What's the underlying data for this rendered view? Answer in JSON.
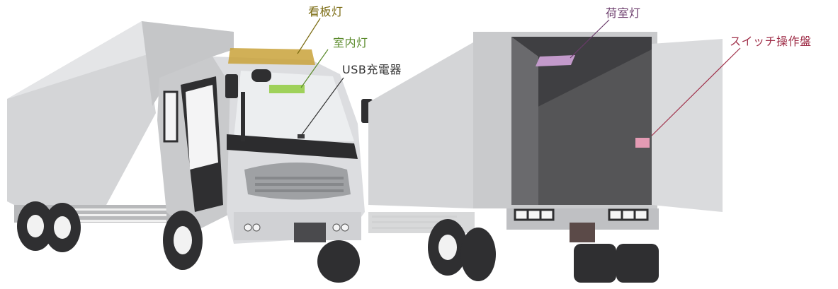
{
  "callouts": {
    "signboard_light": "看板灯",
    "cabin_light": "室内灯",
    "usb_charger": "USB充電器",
    "cargo_light": "荷室灯",
    "switch_panel": "スイッチ操作盤"
  },
  "colors": {
    "body_gray": "#d4d5d7",
    "shadow_gray": "#9fa1a4",
    "cargo_interior": "#555557",
    "signboard_highlight": "#c9a23a",
    "cabin_light_highlight": "#9fd15a",
    "cargo_light_highlight": "#c39acb",
    "switch_panel_highlight": "#e49bb4"
  }
}
